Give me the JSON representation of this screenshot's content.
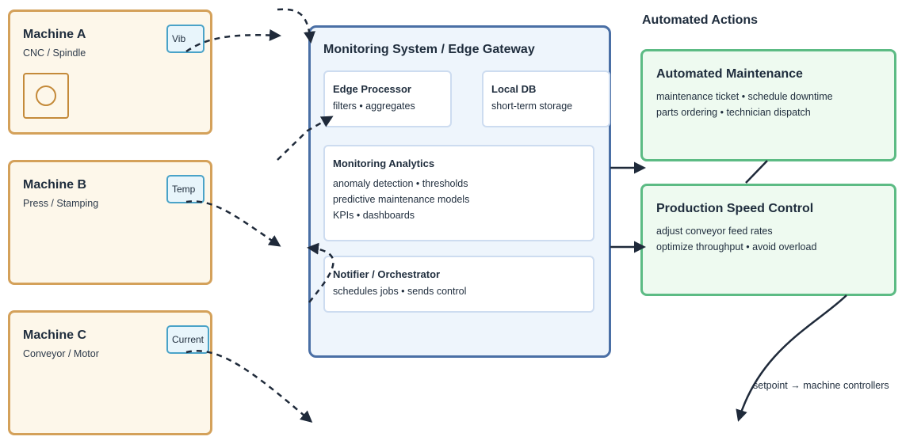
{
  "machines": [
    {
      "title": "Machine A",
      "subtitle": "CNC / Spindle",
      "sensor": "Vib"
    },
    {
      "title": "Machine B",
      "subtitle": "Press / Stamping",
      "sensor": "Temp"
    },
    {
      "title": "Machine C",
      "subtitle": "Conveyor / Motor",
      "sensor": "Current"
    }
  ],
  "gateway": {
    "title": "Monitoring System / Edge Gateway",
    "edge_processor": {
      "title": "Edge Processor",
      "lines": [
        "filters • aggregates"
      ]
    },
    "local_db": {
      "title": "Local DB",
      "lines": [
        "short-term storage"
      ]
    },
    "analytics": {
      "title": "Monitoring Analytics",
      "lines": [
        "anomaly detection • thresholds",
        "predictive maintenance models",
        "KPIs • dashboards"
      ]
    },
    "notifier": {
      "title": "Notifier / Orchestrator",
      "lines": [
        "schedules jobs • sends control"
      ]
    }
  },
  "actions": {
    "heading": "Automated Actions",
    "maintenance": {
      "title": "Automated Maintenance",
      "lines": [
        "maintenance ticket • schedule downtime",
        "parts ordering • technician dispatch"
      ]
    },
    "speed": {
      "title": "Production Speed Control",
      "lines": [
        "adjust conveyor feed rates",
        "optimize throughput • avoid overload"
      ]
    }
  },
  "setpoint_label": "setpoint → machine controllers",
  "colors": {
    "machine_border": "#d4a15a",
    "machine_fill": "#fdf7ea",
    "sensor_border": "#4aa3c8",
    "gateway_border": "#4a6fa5",
    "gateway_fill": "#eef5fc",
    "action_border": "#5cbb84",
    "action_fill": "#eefaf0",
    "connector": "#1f2a3a"
  }
}
